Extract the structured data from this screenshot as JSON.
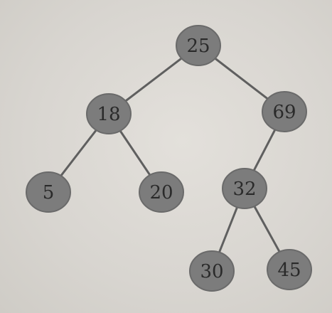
{
  "tree": {
    "nodes": [
      {
        "id": "n25",
        "label": "25"
      },
      {
        "id": "n18",
        "label": "18"
      },
      {
        "id": "n69",
        "label": "69"
      },
      {
        "id": "n5",
        "label": "5"
      },
      {
        "id": "n20",
        "label": "20"
      },
      {
        "id": "n32",
        "label": "32"
      },
      {
        "id": "n30",
        "label": "30"
      },
      {
        "id": "n45",
        "label": "45"
      }
    ],
    "edges": [
      {
        "from": "n25",
        "to": "n18"
      },
      {
        "from": "n25",
        "to": "n69"
      },
      {
        "from": "n18",
        "to": "n5"
      },
      {
        "from": "n18",
        "to": "n20"
      },
      {
        "from": "n69",
        "to": "n32"
      },
      {
        "from": "n32",
        "to": "n30"
      },
      {
        "from": "n32",
        "to": "n45"
      }
    ]
  }
}
